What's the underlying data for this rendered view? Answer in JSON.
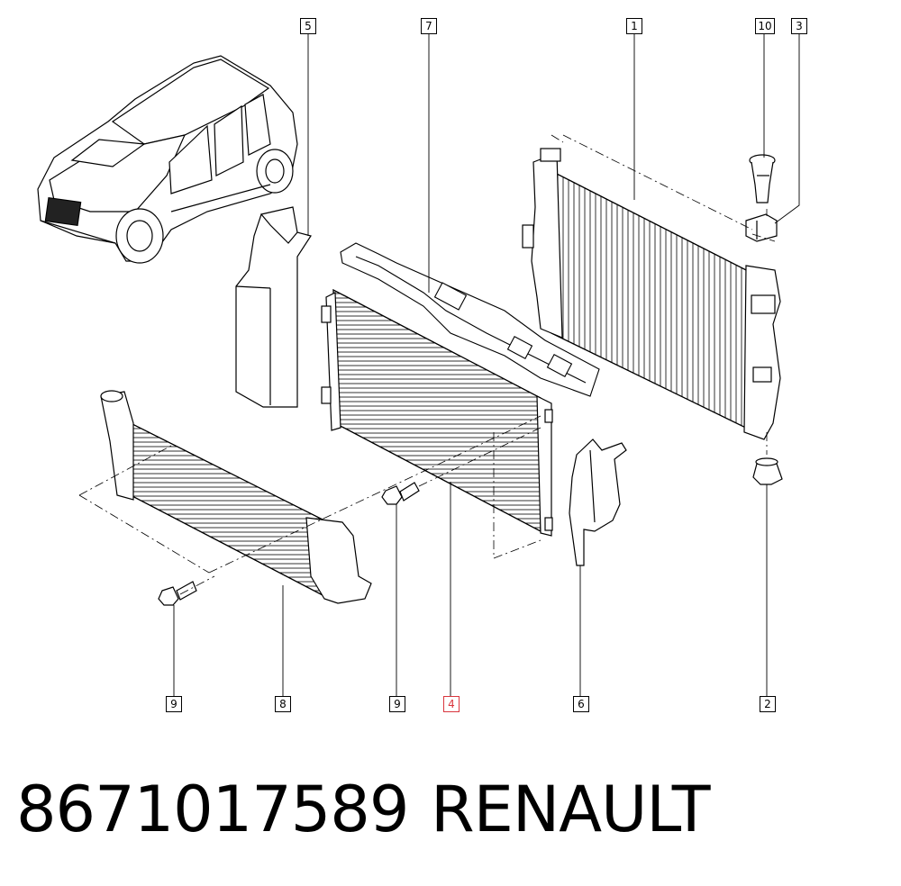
{
  "callouts": {
    "c5": "5",
    "c7": "7",
    "c1": "1",
    "c10": "10",
    "c3": "3",
    "c9a": "9",
    "c8": "8",
    "c9b": "9",
    "c4": "4",
    "c6": "6",
    "c2": "2"
  },
  "selected_part": "4",
  "highlight_color": "#d9363e",
  "footer": {
    "part_number": "8671017589",
    "brand": "RENAULT"
  }
}
